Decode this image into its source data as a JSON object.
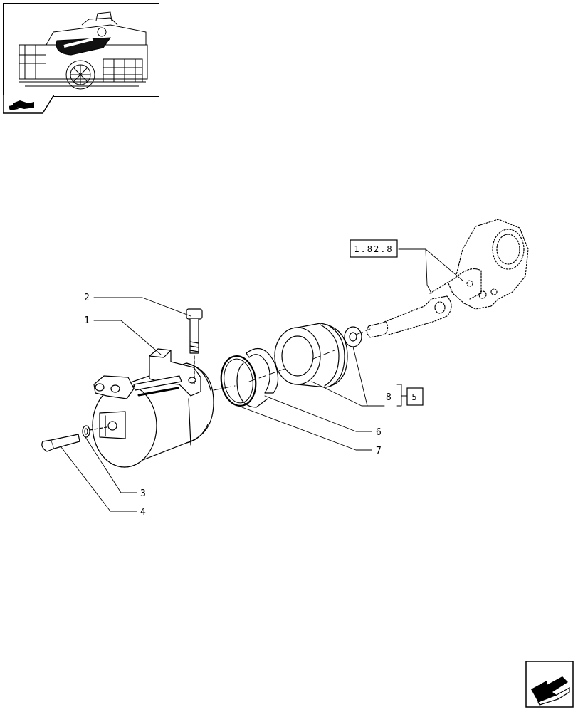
{
  "reference_box": {
    "label": "1.82.8"
  },
  "group_box": {
    "label": "5"
  },
  "callouts": [
    {
      "id": "1",
      "label": "1"
    },
    {
      "id": "2",
      "label": "2"
    },
    {
      "id": "3",
      "label": "3"
    },
    {
      "id": "4",
      "label": "4"
    },
    {
      "id": "6",
      "label": "6"
    },
    {
      "id": "7",
      "label": "7"
    },
    {
      "id": "8",
      "label": "8"
    }
  ],
  "icons": {
    "thumbnail": "assembly-thumbnail",
    "section_tab": "tractor-section-icon",
    "navigation": "next-page-arrow-icon"
  }
}
